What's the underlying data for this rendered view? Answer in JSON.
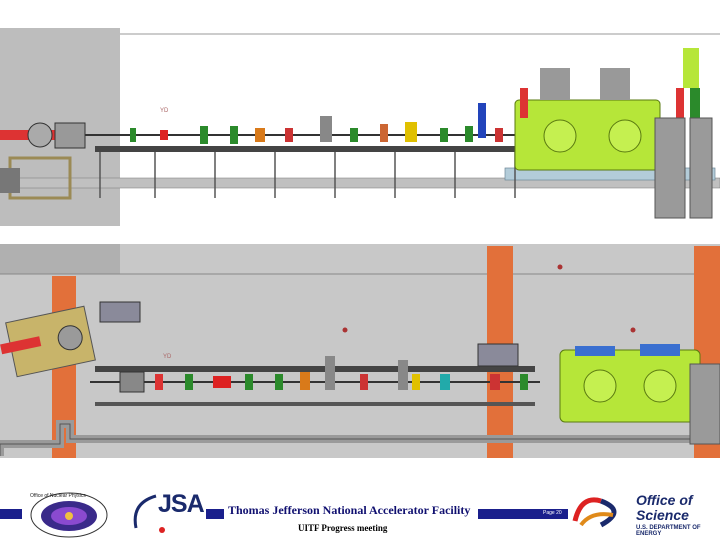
{
  "footer": {
    "facility": "Thomas Jefferson National Accelerator Facility",
    "meeting": "UITF Progress meeting",
    "page": "Page 20"
  },
  "logos": {
    "onp_text": "Office of Nuclear Physics",
    "jsa_text": "JSA",
    "oos_line1": "Office of",
    "oos_line2": "Science",
    "doe_text": "U.S. DEPARTMENT OF ENERGY"
  },
  "labels": {
    "top_tag": "YD",
    "bottom_tag": "YD"
  },
  "colors": {
    "accent": "#1a1f8c",
    "cryomodule": "#b6e639",
    "floor": "#c8c8c8",
    "pillar": "#e2703a"
  },
  "icons": [
    "onp-logo-icon",
    "jsa-logo-icon",
    "office-of-science-logo-icon"
  ]
}
